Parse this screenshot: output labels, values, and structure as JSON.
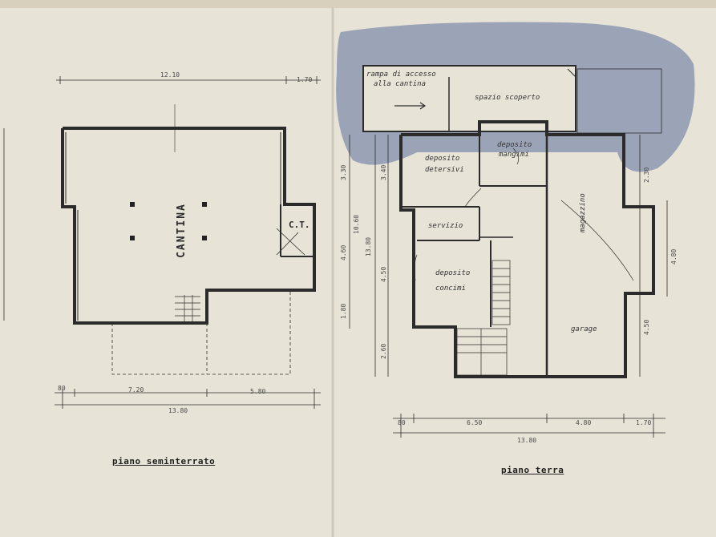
{
  "left_plan": {
    "caption": "piano seminterrato",
    "room_cantina": "CANTINA",
    "room_ct": "C.T.",
    "dims": {
      "top_main": "12.10",
      "top_side": "1.70",
      "bottom_a": "80",
      "bottom_b": "7.20",
      "bottom_c": "5.80",
      "bottom_total": "13.80"
    }
  },
  "right_plan": {
    "caption": "piano terra",
    "ramp_label_1": "rampa di accesso",
    "ramp_label_2": "alla cantina",
    "room_spazio_scoperto": "spazio scoperto",
    "room_deposito_detersivi_1": "deposito",
    "room_deposito_detersivi_2": "detersivi",
    "room_deposito_mangimi_1": "deposito",
    "room_deposito_mangimi_2": "mangimi",
    "room_servizio": "servizio",
    "room_deposito_concimi_1": "deposito",
    "room_deposito_concimi_2": "concimi",
    "room_magazzino": "magazzino",
    "room_garage": "garage",
    "dims": {
      "bottom_a": "80",
      "bottom_b": "6.50",
      "bottom_c": "4.80",
      "bottom_d": "1.70",
      "bottom_total": "13.80",
      "left_a": "3.40",
      "left_b": "4.50",
      "left_c": "2.60",
      "left_outer_a": "3.30",
      "left_outer_b": "4.60",
      "left_outer_c": "1.80",
      "left_total": "13.80",
      "left_total_outer": "10.60",
      "right_a": "2.30",
      "right_b": "4.80",
      "right_c": "4.50"
    }
  },
  "colors": {
    "paper": "#e9e4d8",
    "ink": "#2b2b2b",
    "blue_wash": "#8d98b0"
  }
}
